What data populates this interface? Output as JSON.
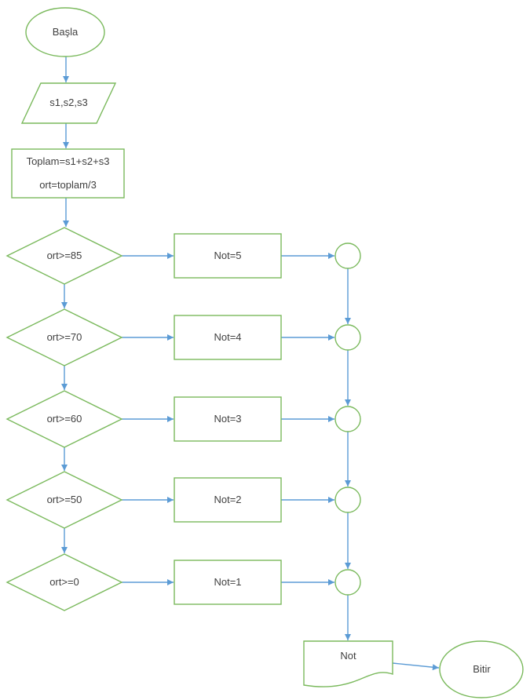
{
  "colors": {
    "shape_stroke": "#7ab95c",
    "connector": "#5b9bd5",
    "text": "#3f3f3f"
  },
  "flow": {
    "start": {
      "label": "Başla"
    },
    "input": {
      "label": "s1,s2,s3"
    },
    "process": {
      "line1": "Toplam=s1+s2+s3",
      "line2": "ort=toplam/3"
    },
    "rows": [
      {
        "condition": "ort>=85",
        "action": "Not=5"
      },
      {
        "condition": "ort>=70",
        "action": "Not=4"
      },
      {
        "condition": "ort>=60",
        "action": "Not=3"
      },
      {
        "condition": "ort>=50",
        "action": "Not=2"
      },
      {
        "condition": "ort>=0",
        "action": "Not=1"
      }
    ],
    "output": {
      "label": "Not"
    },
    "end": {
      "label": "Bitir"
    }
  }
}
